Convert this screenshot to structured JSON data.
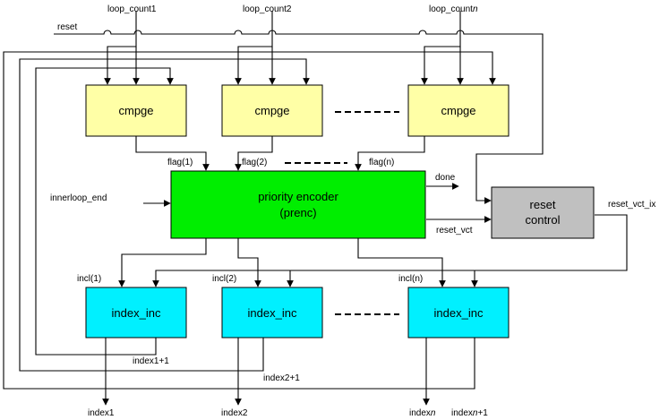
{
  "colors": {
    "cmpge": "#ffffa6",
    "encoder": "#00ee00",
    "reset_control": "#c0c0c0",
    "index_inc": "#00f0ff",
    "wire": "#000000"
  },
  "inputs": {
    "reset": "reset",
    "loop_count1": "loop_count1",
    "loop_count2": "loop_count2",
    "loop_countn_base": "loop_count",
    "loop_countn_sub": "n",
    "innerloop_end": "innerloop_end"
  },
  "blocks": {
    "cmpge1": "cmpge",
    "cmpge2": "cmpge",
    "cmpgen": "cmpge",
    "encoder_line1": "priority encoder",
    "encoder_line2": "(prenc)",
    "reset_line1": "reset",
    "reset_line2": "control",
    "index_inc1": "index_inc",
    "index_inc2": "index_inc",
    "index_incn": "index_inc"
  },
  "signals": {
    "flag1": "flag(1)",
    "flag2": "flag(2)",
    "flagn": "flag(n)",
    "done": "done",
    "reset_vct": "reset_vct",
    "reset_vct_ix": "reset_vct_ix",
    "incl1": "incl(1)",
    "incl2": "incl(2)",
    "incln": "incl(n)",
    "index1p1": "index1+1",
    "index2p1": "index2+1"
  },
  "outputs": {
    "index1": "index1",
    "index2": "index2",
    "indexn_base": "index",
    "indexn_sub": "n",
    "indexnp1_base": "index",
    "indexnp1_sub": "n",
    "indexnp1_suffix": "+1"
  }
}
